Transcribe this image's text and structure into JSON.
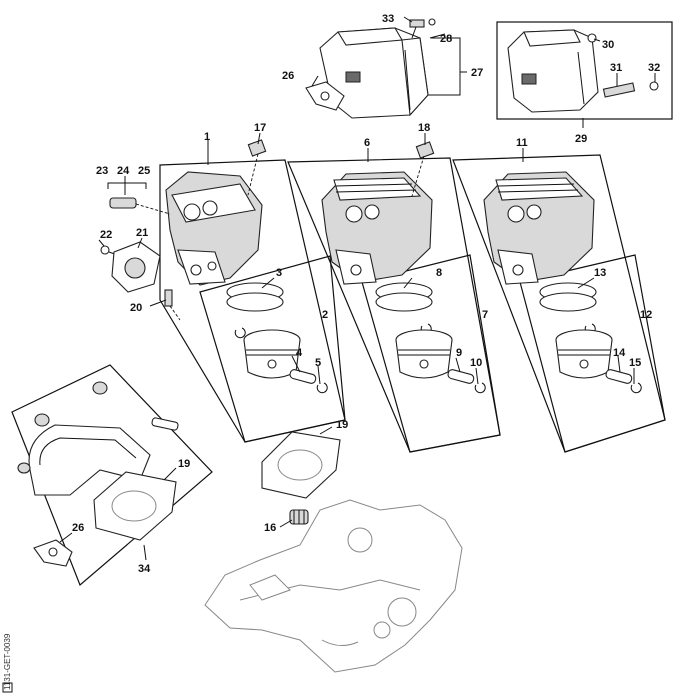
{
  "drawing_code": "1131-GET-0039",
  "callouts": [
    "1",
    "2",
    "3",
    "4",
    "5",
    "6",
    "7",
    "8",
    "9",
    "10",
    "11",
    "12",
    "13",
    "14",
    "15",
    "16",
    "17",
    "18",
    "19",
    "20",
    "21",
    "22",
    "23",
    "24",
    "25",
    "26",
    "27",
    "28",
    "29",
    "30",
    "31",
    "32",
    "33",
    "34"
  ],
  "callout_19_second": "19",
  "callout_26_second": "26"
}
